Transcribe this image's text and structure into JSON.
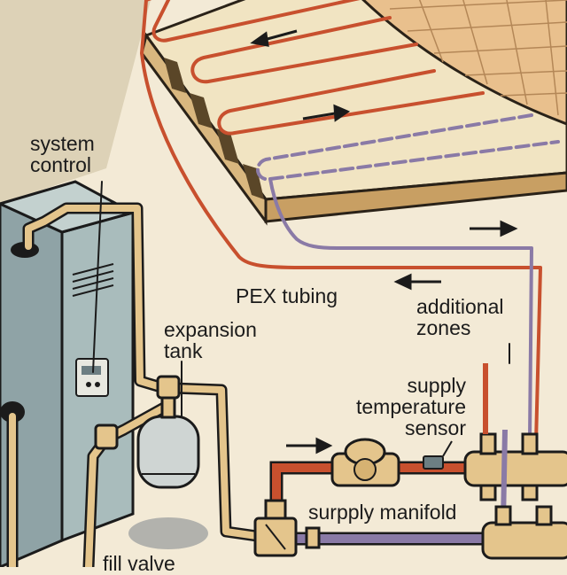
{
  "labels": {
    "system_control": [
      "system",
      "control"
    ],
    "pex_tubing": "PEX tubing",
    "additional_zones": [
      "additional",
      "zones"
    ],
    "expansion_tank": [
      "expansion",
      "tank"
    ],
    "supply_temperature_sensor": [
      "supply",
      "temperature",
      "sensor"
    ],
    "supply_manifold": "surpply manifold",
    "fill_valve": "fill valve"
  },
  "colors": {
    "supply_pipe": "#c8502e",
    "return_pipe": "#8a7aa6",
    "copper_pipe": "#e4c58c",
    "boiler": "#8fa3a6",
    "floor_board": "#f1e4c2",
    "tile": "#e9c08d"
  }
}
